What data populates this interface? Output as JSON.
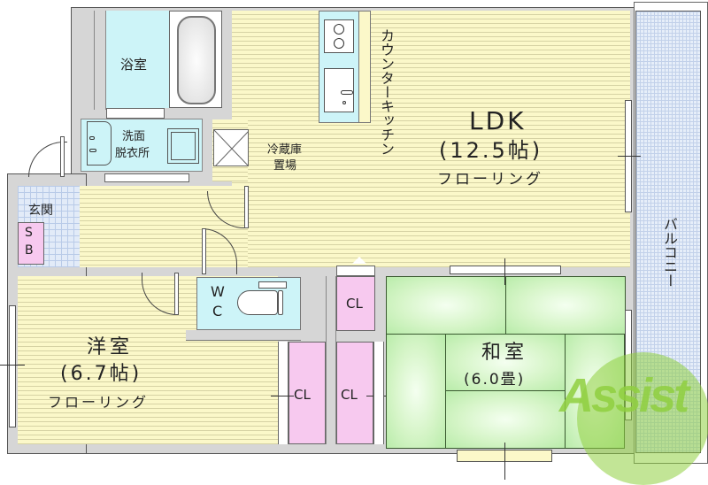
{
  "floorplan": {
    "rooms": {
      "ldk": {
        "name": "LDK",
        "size": "(12.5帖)",
        "floor": "フローリング"
      },
      "western": {
        "name": "洋室",
        "size": "(6.7帖)",
        "floor": "フローリング"
      },
      "japanese": {
        "name": "和室",
        "size": "(6.0畳)"
      },
      "bath": {
        "name": "浴室"
      },
      "washroom": {
        "line1": "洗面",
        "line2": "脱衣所"
      },
      "entrance": {
        "name": "玄関"
      },
      "shoebox": {
        "line1": "S",
        "line2": "B"
      },
      "wc": {
        "line1": "W",
        "line2": "C"
      },
      "fridge": {
        "line1": "冷蔵庫",
        "line2": "置場"
      },
      "kitchen": {
        "name": "カウンターキッチン"
      },
      "balcony": {
        "name": "バルコニー"
      }
    },
    "closets": [
      "CL",
      "CL",
      "CL"
    ],
    "watermark": {
      "text": "Assist",
      "color": "#8fcf3f",
      "accent": "#e05a3a"
    },
    "colors": {
      "flooring": "#fbf8c9",
      "wet_area": "#cdf4f8",
      "closet": "#f7c9ef",
      "tatami": "#c9f0bb",
      "entrance_tile": "#e2ebf8",
      "wall": "#d6d6d6"
    }
  }
}
